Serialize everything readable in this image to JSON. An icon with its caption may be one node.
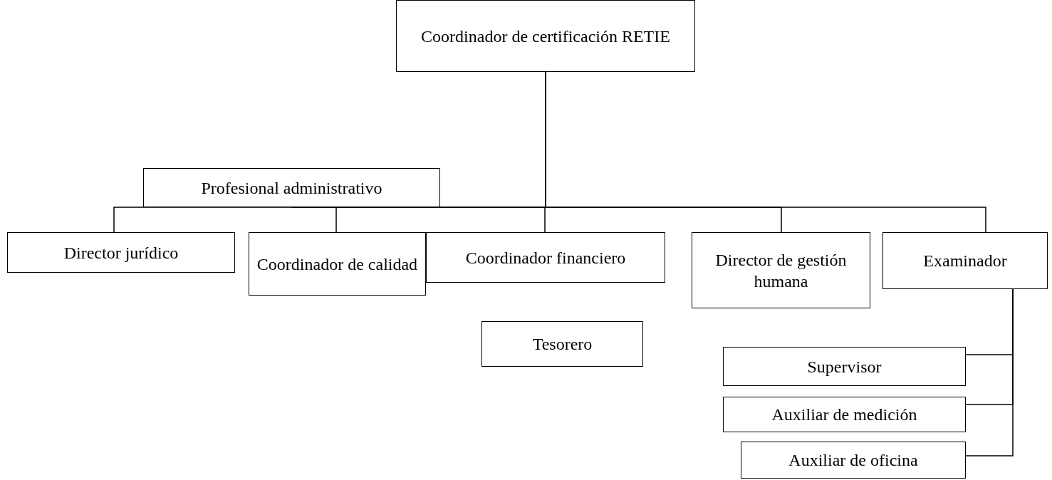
{
  "diagram": {
    "nodes": [
      {
        "text": [
          "Coordinador de certificación RETIE"
        ]
      },
      {
        "text": [
          "Profesional administrativo"
        ]
      },
      {
        "text": [
          "Director jurídico"
        ]
      },
      {
        "text": [
          "Coordinador de calidad"
        ]
      },
      {
        "text": [
          "Coordinador financiero"
        ]
      },
      {
        "text": [
          "Director de gestión humana"
        ]
      },
      {
        "text": [
          "Examinador"
        ]
      },
      {
        "text": [
          "Tesorero"
        ]
      },
      {
        "text": [
          "Supervisor"
        ]
      },
      {
        "text": [
          "Auxiliar de medición"
        ]
      },
      {
        "text": [
          "Auxiliar de oficina"
        ]
      }
    ],
    "edges": [
      {
        "from": 0,
        "to": 1,
        "arrow": "none"
      },
      {
        "from": 0,
        "to": 2,
        "arrow": "none"
      },
      {
        "from": 0,
        "to": 3,
        "arrow": "none"
      },
      {
        "from": 0,
        "to": 4,
        "arrow": "none"
      },
      {
        "from": 0,
        "to": 5,
        "arrow": "none"
      },
      {
        "from": 0,
        "to": 6,
        "arrow": "none"
      },
      {
        "from": 6,
        "to": 8,
        "arrow": "none"
      },
      {
        "from": 6,
        "to": 9,
        "arrow": "none"
      },
      {
        "from": 6,
        "to": 10,
        "arrow": "none"
      }
    ]
  }
}
